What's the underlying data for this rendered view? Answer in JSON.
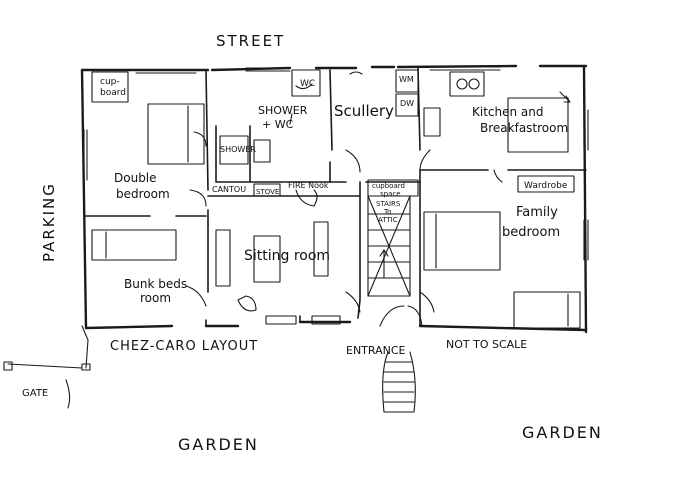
{
  "labels": {
    "street": "STREET",
    "parking": "PARKING",
    "gate": "GATE",
    "garden_left": "GARDEN",
    "garden_right": "GARDEN",
    "title": "CHEZ-CARO LAYOUT",
    "entrance": "ENTRANCE",
    "scale_note": "NOT TO SCALE",
    "cupboard_1": "cup-",
    "cupboard_2": "board",
    "shower_wc_1": "SHOWER",
    "shower_wc_2": "+ WC",
    "shower": "SHOWER",
    "wc": "WC",
    "scullery": "Scullery",
    "wm": "WM",
    "dw": "DW",
    "kitchen_1": "Kitchen and",
    "kitchen_2": "Breakfastroom",
    "double_1": "Double",
    "double_2": "bedroom",
    "cantou": "CANTOU",
    "stove": "STOVE",
    "fireplace": "FIRE Nook",
    "cupboard_space_1": "cupboard",
    "cupboard_space_2": "space",
    "stairs_1": "STAIRS",
    "stairs_2": "To",
    "stairs_3": "ATTIC",
    "wardrobe": "Wardrobe",
    "family_1": "Family",
    "family_2": "bedroom",
    "sitting": "Sitting room",
    "bunk_1": "Bunk beds",
    "bunk_2": "room"
  }
}
